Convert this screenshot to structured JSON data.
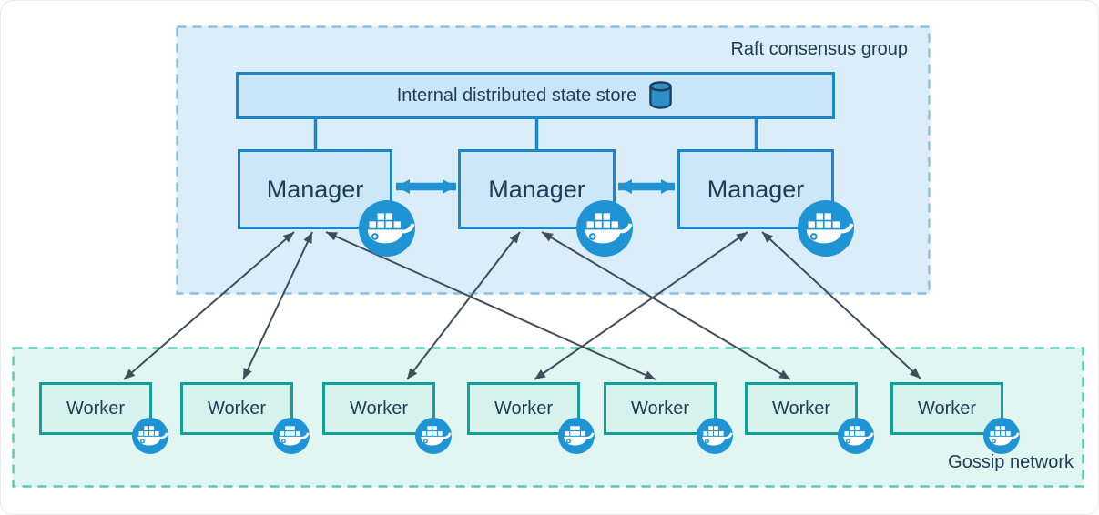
{
  "raft_group": {
    "label": "Raft consensus group",
    "state_store": {
      "label": "Internal distributed state store",
      "icon": "database-cylinder-icon"
    },
    "managers": [
      {
        "label": "Manager"
      },
      {
        "label": "Manager"
      },
      {
        "label": "Manager"
      }
    ],
    "manager_links": [
      {
        "from": 1,
        "to": 2,
        "bidirectional": true
      },
      {
        "from": 2,
        "to": 3,
        "bidirectional": true
      }
    ]
  },
  "gossip_network": {
    "label": "Gossip network",
    "workers": [
      {
        "label": "Worker"
      },
      {
        "label": "Worker"
      },
      {
        "label": "Worker"
      },
      {
        "label": "Worker"
      },
      {
        "label": "Worker"
      },
      {
        "label": "Worker"
      },
      {
        "label": "Worker"
      }
    ]
  },
  "manager_worker_links": [
    {
      "manager": 1,
      "worker": 1,
      "bidirectional": true
    },
    {
      "manager": 1,
      "worker": 2,
      "bidirectional": true
    },
    {
      "manager": 1,
      "worker": 5,
      "bidirectional": true
    },
    {
      "manager": 2,
      "worker": 3,
      "bidirectional": true
    },
    {
      "manager": 2,
      "worker": 6,
      "bidirectional": true
    },
    {
      "manager": 3,
      "worker": 4,
      "bidirectional": true
    },
    {
      "manager": 3,
      "worker": 7,
      "bidirectional": true
    }
  ],
  "icons": {
    "node_badge": "docker-whale-icon",
    "store_badge": "database-cylinder-icon"
  },
  "colors": {
    "raft_fill": "#dbedf9",
    "raft_dash": "#86c0e4",
    "blue_node_fill": "#cbe7f8",
    "blue_node_border": "#1b86c8",
    "thick_arrow_blue": "#1e94d4",
    "whale_badge_blue": "#1e94d4",
    "gossip_fill": "#e1f5f1",
    "gossip_dash": "#5bc7b8",
    "worker_fill": "#d7f1ec",
    "worker_border": "#12a09a",
    "thin_arrow": "#3f4e59",
    "text": "#1e3c55"
  }
}
